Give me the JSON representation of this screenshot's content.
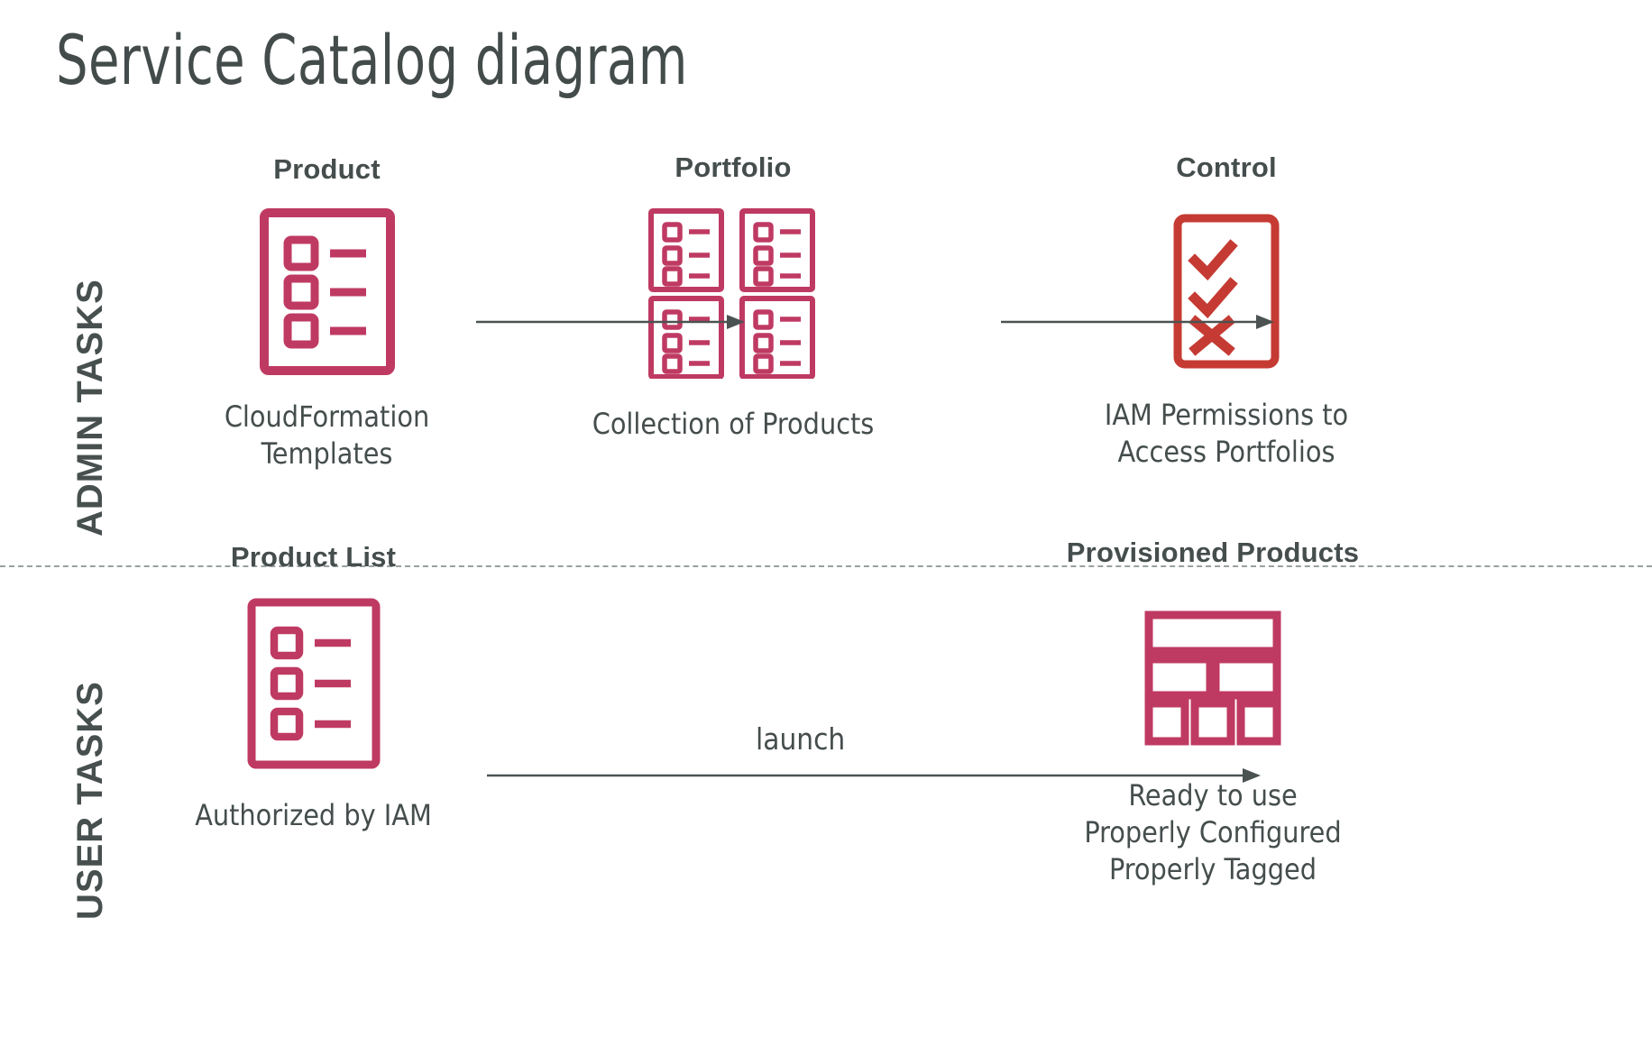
{
  "title": "Service Catalog diagram",
  "colors": {
    "crimson": "#bf3a63",
    "red": "#c53b33",
    "text_dark": "#454d4d",
    "arrow": "#4a5252",
    "divider": "#9aa0a0",
    "background": "#ffffff"
  },
  "lanes": [
    {
      "id": "admin",
      "label": "ADMIN TASKS"
    },
    {
      "id": "user",
      "label": "USER TASKS"
    }
  ],
  "nodes": {
    "product": {
      "title": "Product",
      "caption": "CloudFormation\nTemplates",
      "icon": "product-checklist-icon"
    },
    "portfolio": {
      "title": "Portfolio",
      "caption": "Collection of Products",
      "icon": "portfolio-grid-icon"
    },
    "control": {
      "title": "Control",
      "caption": "IAM Permissions to\nAccess Portfolios",
      "icon": "control-checkmarks-icon"
    },
    "product_list": {
      "title": "Product List",
      "caption": "Authorized by IAM",
      "icon": "product-list-checklist-icon"
    },
    "provisioned_products": {
      "title": "Provisioned Products",
      "caption": "Ready to use\nProperly Configured\nProperly Tagged",
      "icon": "provisioned-blocks-icon"
    }
  },
  "connectors": {
    "product_to_portfolio": {
      "label": ""
    },
    "portfolio_to_control": {
      "label": ""
    },
    "launch": {
      "label": "launch"
    }
  }
}
